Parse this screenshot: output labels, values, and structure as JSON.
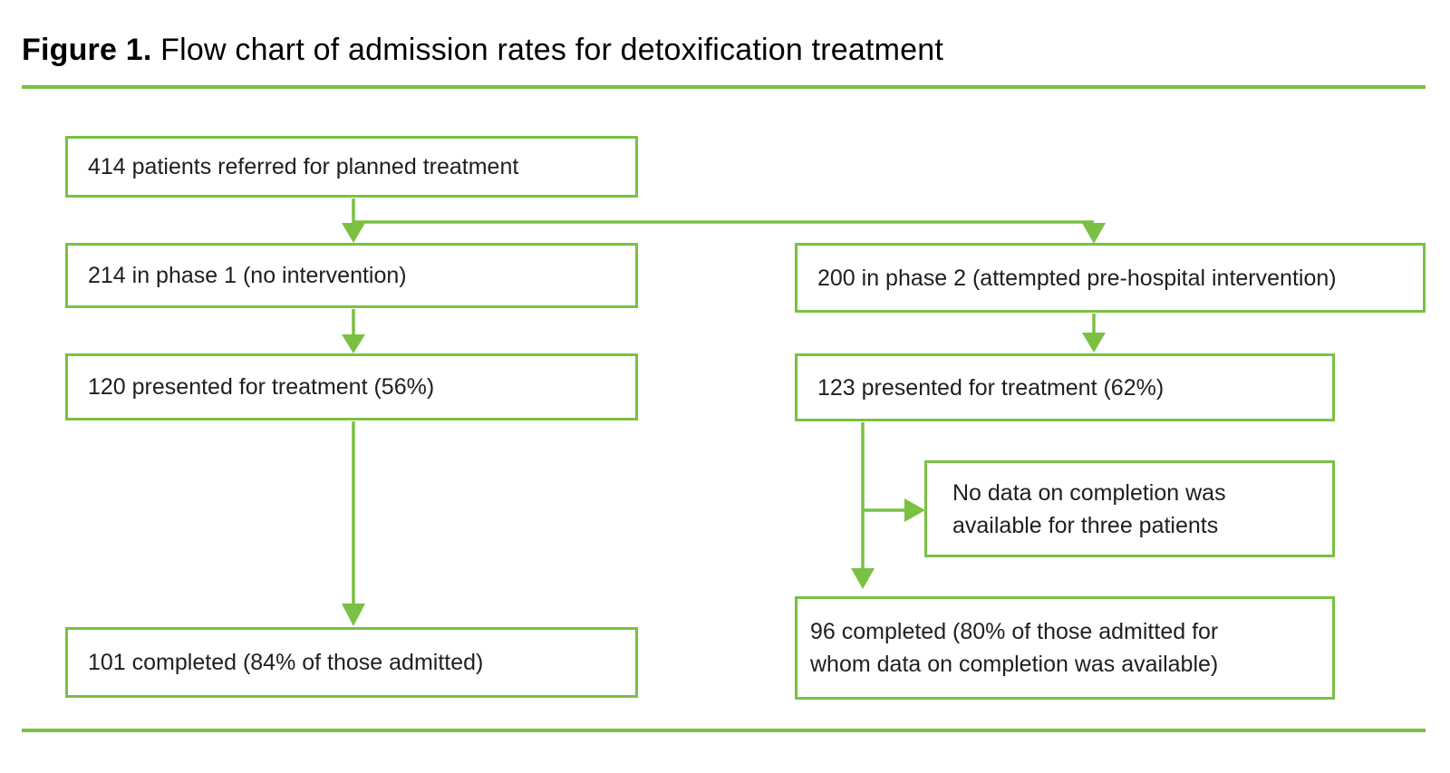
{
  "figure": {
    "title_bold": "Figure 1.",
    "title_rest": " Flow chart of admission rates for detoxification treatment"
  },
  "colors": {
    "accent_green": "#7ac143",
    "text": "#1f1f1f",
    "background": "#ffffff"
  },
  "flowchart": {
    "nodes": [
      {
        "id": "referred",
        "lines": [
          "414 patients referred for planned treatment"
        ]
      },
      {
        "id": "phase1",
        "lines": [
          "214 in phase 1 (no intervention)"
        ]
      },
      {
        "id": "phase2",
        "lines": [
          "200 in phase 2 (attempted pre-hospital intervention)"
        ]
      },
      {
        "id": "phase1-presented",
        "lines": [
          "120 presented for treatment (56%)"
        ]
      },
      {
        "id": "phase2-presented",
        "lines": [
          "123 presented for treatment (62%)"
        ]
      },
      {
        "id": "phase1-completed",
        "lines": [
          "101 completed (84% of those admitted)"
        ]
      },
      {
        "id": "no-data",
        "lines": [
          "No data on completion was",
          "available for three patients"
        ]
      },
      {
        "id": "phase2-completed",
        "lines": [
          "96 completed (80% of those admitted for",
          "whom data on completion was available)"
        ]
      }
    ],
    "edges": [
      {
        "from": "referred",
        "to": "phase1"
      },
      {
        "from": "referred",
        "to": "phase2"
      },
      {
        "from": "phase1",
        "to": "phase1-presented"
      },
      {
        "from": "phase2",
        "to": "phase2-presented"
      },
      {
        "from": "phase1-presented",
        "to": "phase1-completed"
      },
      {
        "from": "phase2-presented",
        "to": "phase2-completed"
      },
      {
        "from": "phase2-presented",
        "to": "no-data"
      }
    ]
  }
}
